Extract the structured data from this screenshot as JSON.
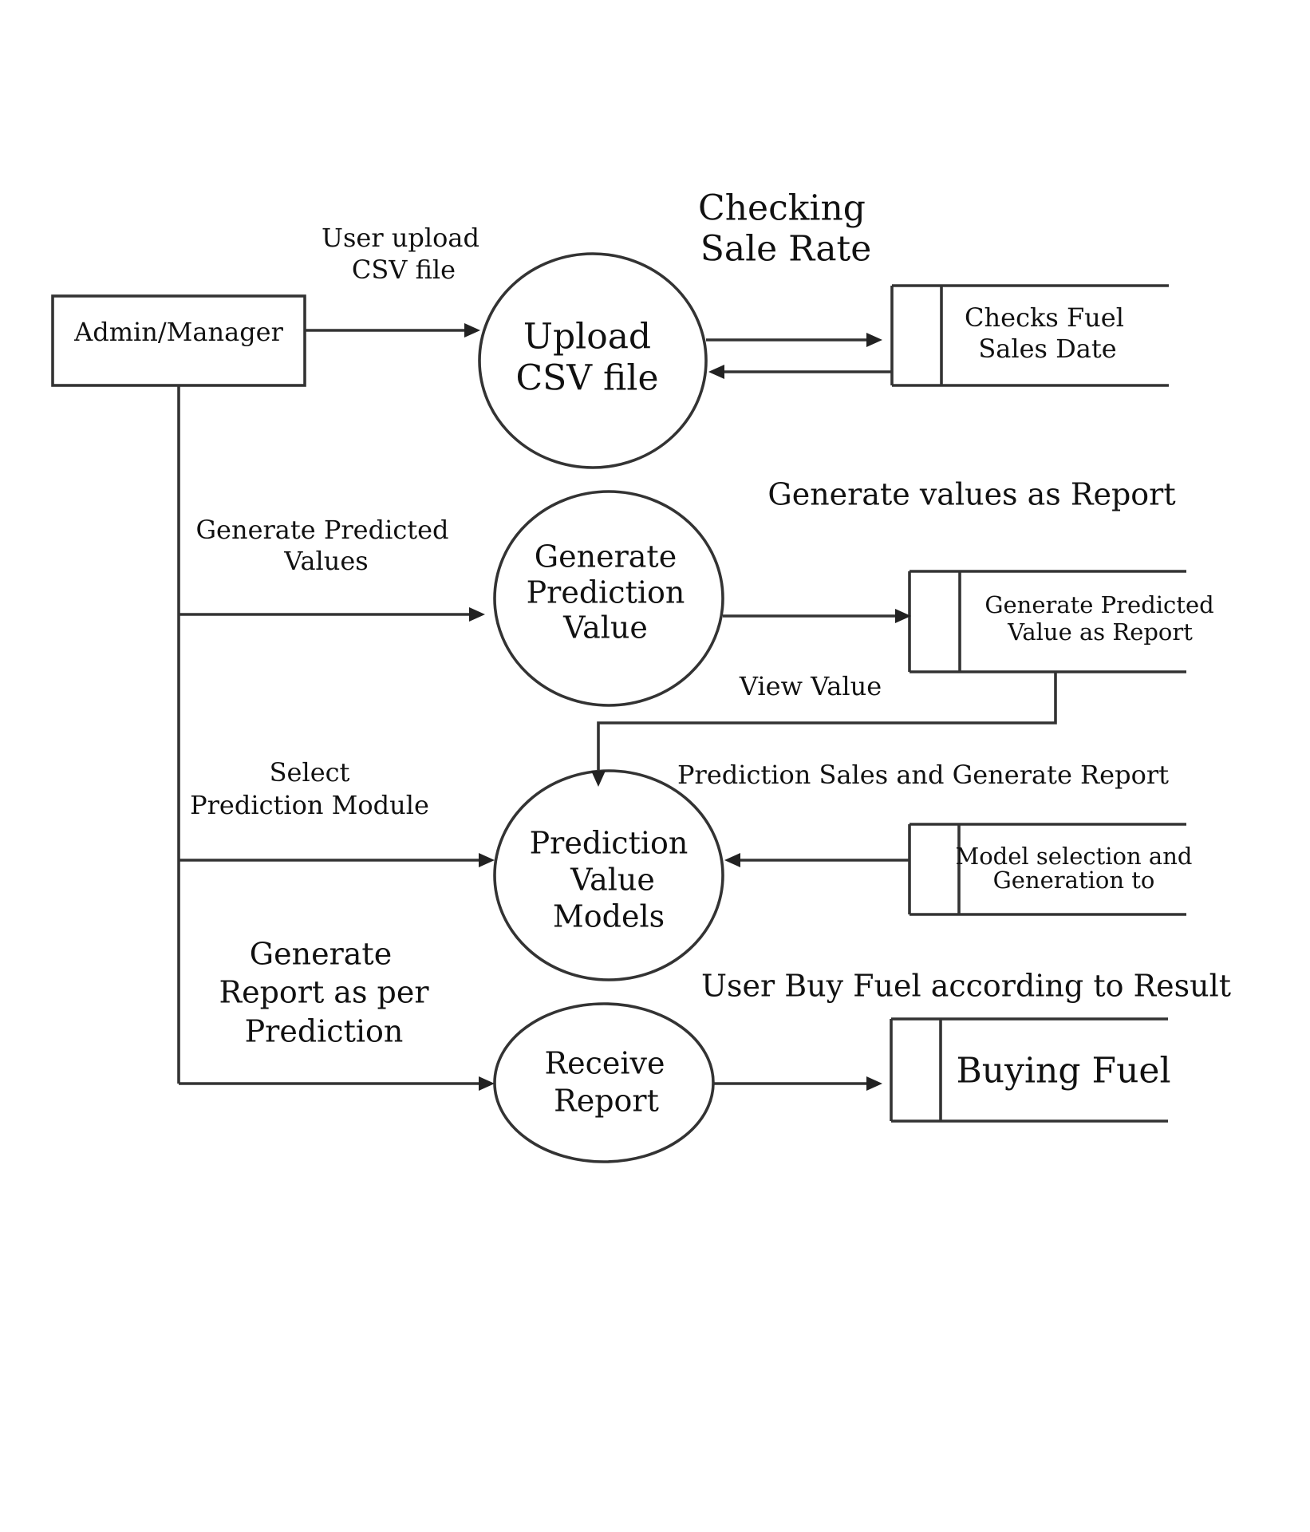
{
  "entity": {
    "label": "Admin/Manager"
  },
  "processes": {
    "upload": [
      "Upload",
      "CSV file"
    ],
    "generate": [
      "Generate",
      "Prediction",
      "Value"
    ],
    "models": [
      "Prediction",
      "Value",
      "Models"
    ],
    "receive": [
      "Receive",
      "Report"
    ]
  },
  "stores": {
    "checks": [
      "Checks Fuel",
      "Sales Date"
    ],
    "report": [
      "Generate Predicted",
      "Value as Report"
    ],
    "model_selection": [
      "Model selection and",
      "Generation to"
    ],
    "buying": [
      "Buying Fuel"
    ]
  },
  "flows": {
    "user_upload": [
      "User upload",
      "CSV file"
    ],
    "checking_sale_rate": [
      "Checking",
      "Sale Rate"
    ],
    "generate_predicted_values": [
      "Generate Predicted",
      "Values"
    ],
    "generate_values_as_report": "Generate values as Report",
    "view_value": "View Value",
    "select_prediction_module": [
      "Select",
      "Prediction Module"
    ],
    "prediction_sales_report": "Prediction Sales and Generate Report",
    "generate_report_per_prediction": [
      "Generate",
      "Report as per",
      "Prediction"
    ],
    "user_buy_fuel": "User Buy Fuel according to Result"
  }
}
